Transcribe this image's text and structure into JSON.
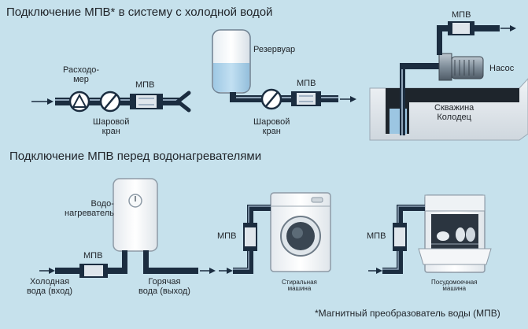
{
  "section1": {
    "title": "Подключение МПВ* в систему с холодной водой",
    "flowmeter_label": "Расходо-\nмер",
    "valve_label": "Шаровой\nкран",
    "mpv_label": "МПВ",
    "reservoir_label": "Резервуар",
    "valve2_label": "Шаровой\nкран",
    "mpv2_label": "МПВ",
    "mpv3_label": "МПВ",
    "pump_label": "Насос",
    "well_label": "Скважина\nКолодец"
  },
  "section2": {
    "title": "Подключение МПВ перед водонагревателями",
    "heater_label": "Водо-\nнагреватель",
    "mpv_label": "МПВ",
    "cold_in_label": "Холодная\nвода (вход)",
    "hot_out_label": "Горячая\nвода (выход)",
    "washer_mpv_label": "МПВ",
    "washer_label": "Стиральная\nмашина",
    "dishwasher_mpv_label": "МПВ",
    "dishwasher_label": "Посудомоечная\nмашина"
  },
  "footnote": "*Магнитный преобразователь воды (МПВ)",
  "colors": {
    "background": "#c6e1ec",
    "pipe": "#1b2d40",
    "pipe_highlight": "#8fa4b8",
    "water": "#a9cfe8",
    "appliance": "#f4f6f8",
    "mpv_body": "#dfe6ec"
  }
}
